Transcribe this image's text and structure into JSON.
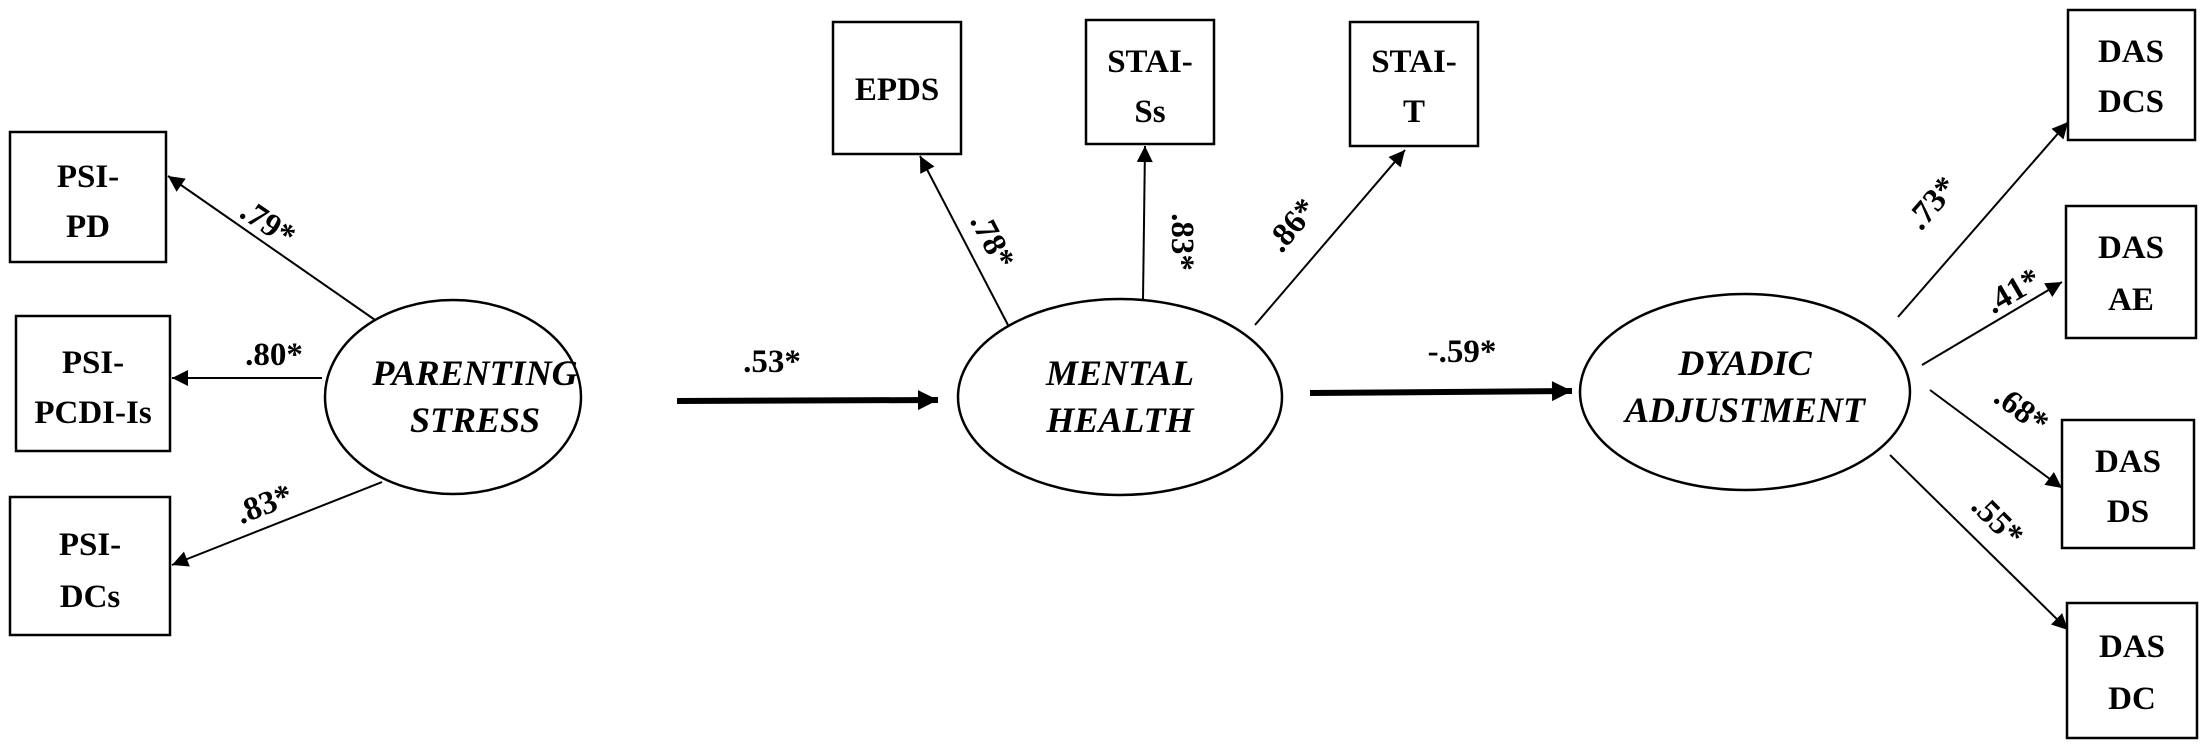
{
  "latents": {
    "parenting_stress": {
      "line1": "PARENTING",
      "line2": "STRESS"
    },
    "mental_health": {
      "line1": "MENTAL",
      "line2": "HEALTH"
    },
    "dyadic_adjustment": {
      "line1": "DYADIC",
      "line2": "ADJUSTMENT"
    }
  },
  "indicators": {
    "psi_pd": {
      "line1": "PSI-",
      "line2": "PD"
    },
    "psi_pcdi": {
      "line1": "PSI-",
      "line2": "PCDI-Is"
    },
    "psi_dcs": {
      "line1": "PSI-",
      "line2": "DCs"
    },
    "epds": {
      "line1": "EPDS"
    },
    "stai_ss": {
      "line1": "STAI-",
      "line2": "Ss"
    },
    "stai_t": {
      "line1": "STAI-",
      "line2": "T"
    },
    "das_dcs": {
      "line1": "DAS",
      "line2": "DCS"
    },
    "das_ae": {
      "line1": "DAS",
      "line2": "AE"
    },
    "das_ds": {
      "line1": "DAS",
      "line2": "DS"
    },
    "das_dc": {
      "line1": "DAS",
      "line2": "DC"
    }
  },
  "loadings": {
    "psi_pd": ".79*",
    "psi_pcdi": ".80*",
    "psi_dcs": ".83*",
    "epds": ".78*",
    "stai_ss": ".83*",
    "stai_t": ".86*",
    "das_dcs": ".73*",
    "das_ae": ".41*",
    "das_ds": ".68*",
    "das_dc": ".55*"
  },
  "paths": {
    "stress_to_health": ".53*",
    "health_to_dyadic": "-.59*"
  },
  "colors": {
    "stroke": "#000000",
    "background": "#ffffff"
  }
}
